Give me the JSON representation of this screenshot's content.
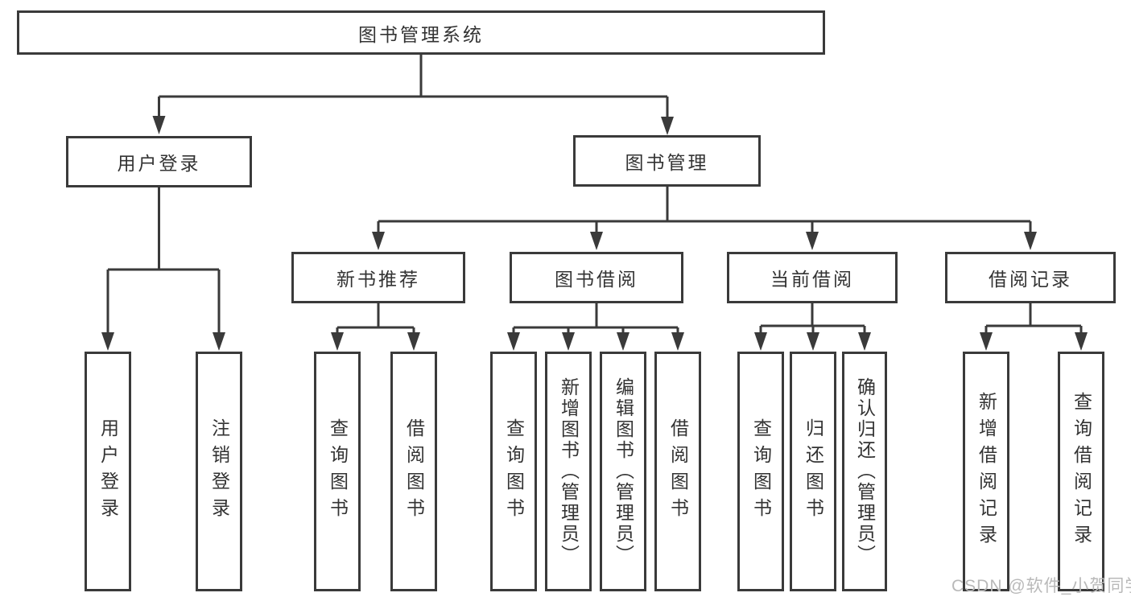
{
  "diagram": {
    "root": {
      "label": "图书管理系统",
      "children": [
        {
          "label": "用户登录",
          "children": [
            {
              "label": "用户登录"
            },
            {
              "label": "注销登录"
            }
          ]
        },
        {
          "label": "图书管理",
          "children": [
            {
              "label": "新书推荐",
              "children": [
                {
                  "label": "查询图书"
                },
                {
                  "label": "借阅图书"
                }
              ]
            },
            {
              "label": "图书借阅",
              "children": [
                {
                  "label": "查询图书"
                },
                {
                  "label": "新增图书（管理员）"
                },
                {
                  "label": "编辑图书（管理员）"
                },
                {
                  "label": "借阅图书"
                }
              ]
            },
            {
              "label": "当前借阅",
              "children": [
                {
                  "label": "查询图书"
                },
                {
                  "label": "归还图书"
                },
                {
                  "label": "确认归还（管理员）"
                }
              ]
            },
            {
              "label": "借阅记录",
              "children": [
                {
                  "label": "新增借阅记录"
                },
                {
                  "label": "查询借阅记录"
                }
              ]
            }
          ]
        }
      ]
    },
    "colors": {
      "line": "#3a3a3a",
      "text": "#333333",
      "background": "#ffffff",
      "watermark": "#b9b9b9"
    }
  },
  "watermark": {
    "text": "CSDN @软件_小贺同学"
  }
}
